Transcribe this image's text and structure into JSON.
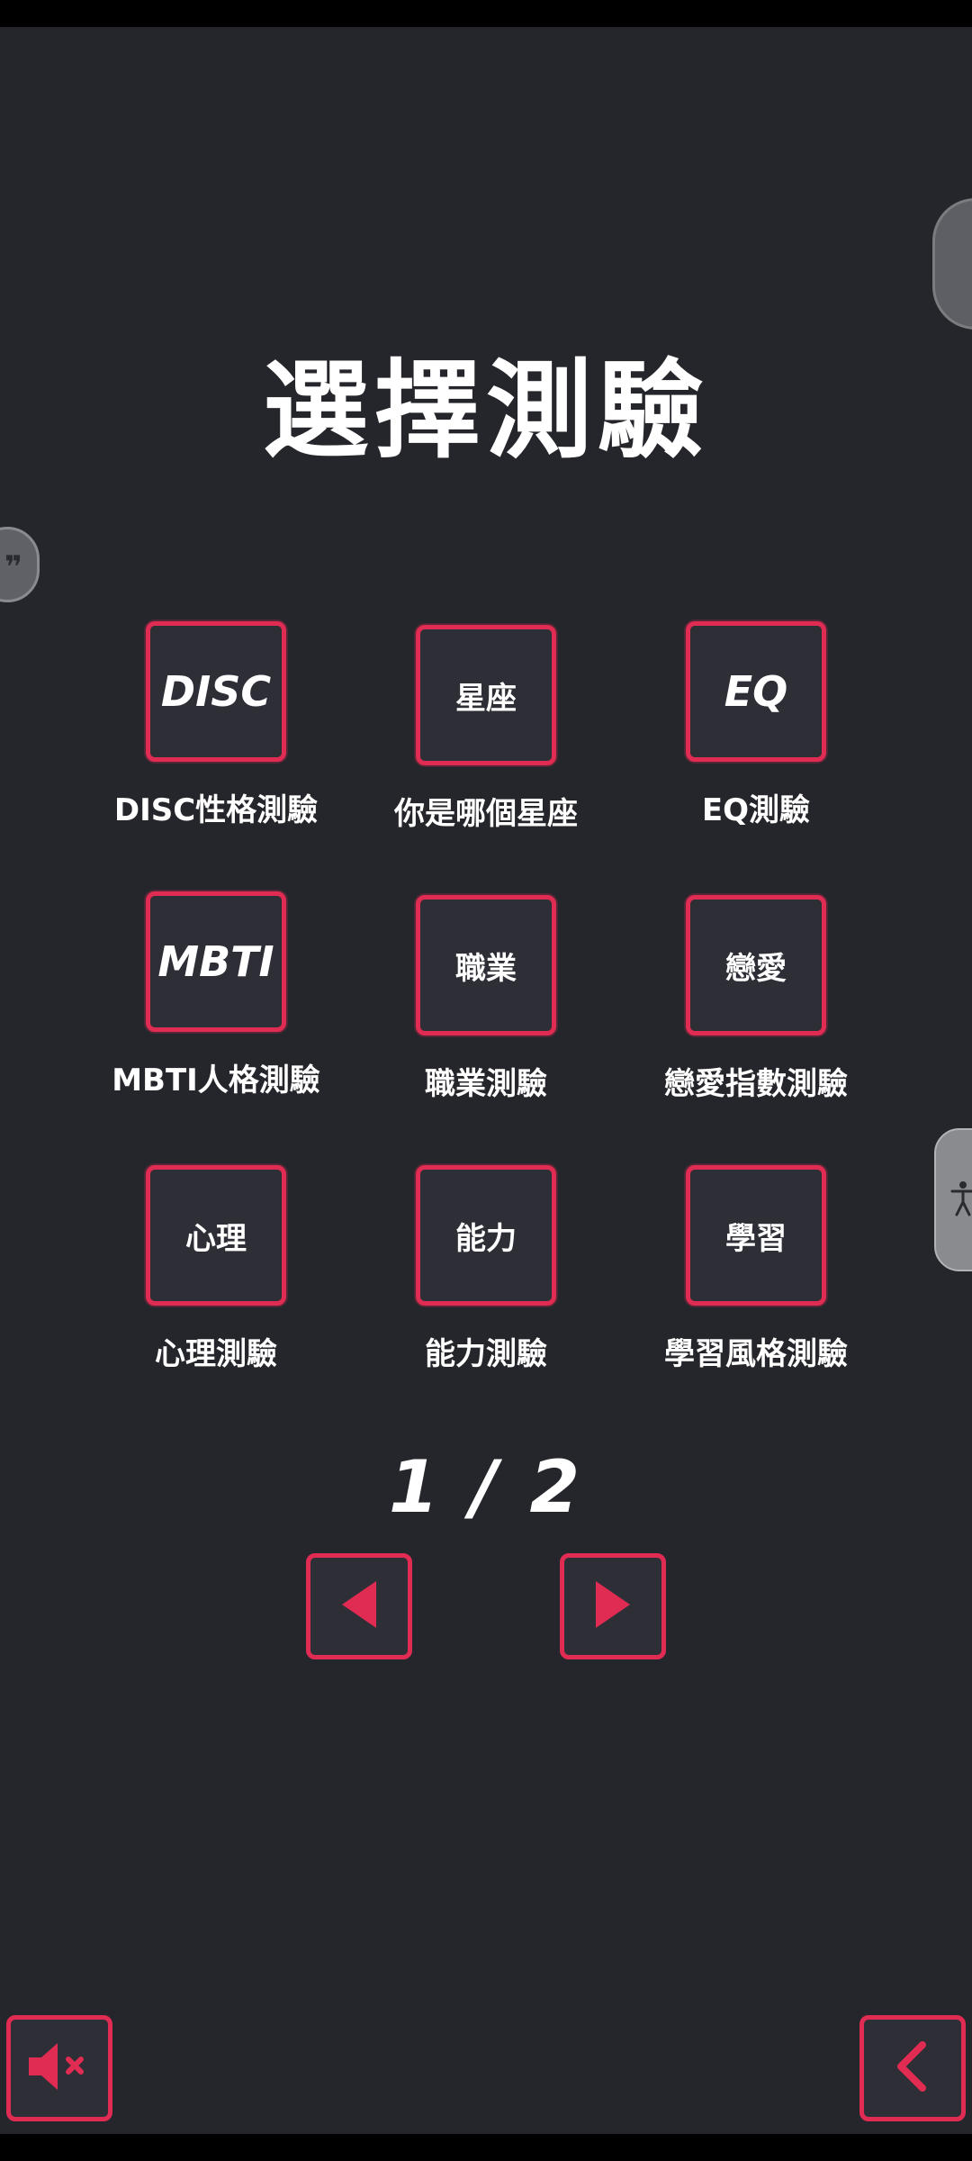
{
  "title": "選擇測驗",
  "grid": [
    {
      "tile": "DISC",
      "caption": "DISC性格測驗"
    },
    {
      "tile": "星座",
      "caption": "你是哪個星座"
    },
    {
      "tile": "EQ",
      "caption": "EQ測驗"
    },
    {
      "tile": "MBTI",
      "caption": "MBTI人格測驗"
    },
    {
      "tile": "職業",
      "caption": "職業測驗"
    },
    {
      "tile": "戀愛",
      "caption": "戀愛指數測驗"
    },
    {
      "tile": "心理",
      "caption": "心理測驗"
    },
    {
      "tile": "能力",
      "caption": "能力測驗"
    },
    {
      "tile": "學習",
      "caption": "學習風格測驗"
    }
  ],
  "pager": "1 / 2",
  "colors": {
    "accent": "#e02b52",
    "background": "#25262b",
    "tile": "#2d2e36"
  },
  "icons": {
    "prev": "triangle-left-icon",
    "next": "triangle-right-icon",
    "mute": "speaker-muted-icon",
    "back": "chevron-left-icon",
    "accessibility": "accessibility-icon"
  }
}
